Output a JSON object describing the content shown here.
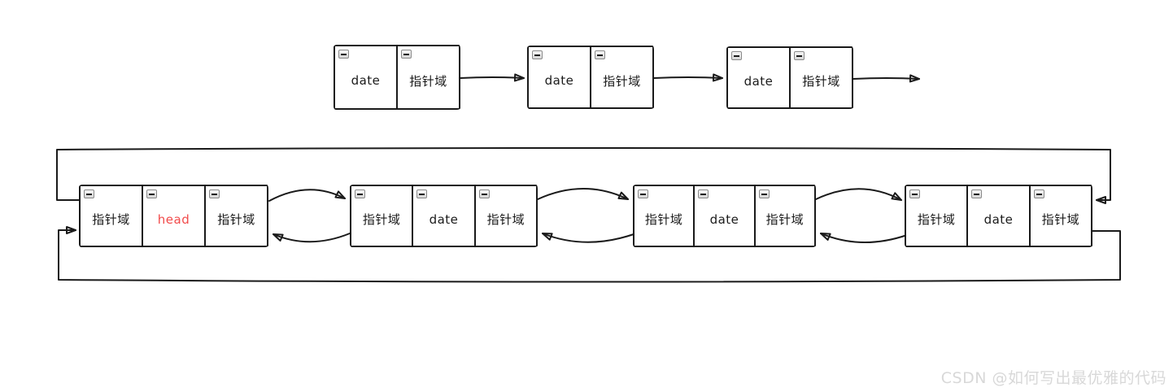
{
  "diagram": {
    "title_hint": "linked list diagram",
    "colors": {
      "stroke": "#1a1a1a",
      "node_fill": "#ffffff",
      "head_text": "#f24b4b",
      "watermark_text": "#d8d8d8",
      "minus_icon_bg": "#e6e6e6",
      "minus_icon_border": "#8a8a8a"
    },
    "icons": {
      "collapse": "minus-icon"
    },
    "singly_list": {
      "nodes": [
        {
          "data_label": "date",
          "pointer_label": "指针域"
        },
        {
          "data_label": "date",
          "pointer_label": "指针域"
        },
        {
          "data_label": "date",
          "pointer_label": "指针域"
        }
      ]
    },
    "circular_list": {
      "nodes": [
        {
          "prev_label": "指针域",
          "data_label": "head",
          "next_label": "指针域",
          "is_head": true
        },
        {
          "prev_label": "指针域",
          "data_label": "date",
          "next_label": "指针域",
          "is_head": false
        },
        {
          "prev_label": "指针域",
          "data_label": "date",
          "next_label": "指针域",
          "is_head": false
        },
        {
          "prev_label": "指针域",
          "data_label": "date",
          "next_label": "指针域",
          "is_head": false
        }
      ]
    },
    "watermark": {
      "text": "CSDN @如何写出最优雅的代码"
    }
  }
}
